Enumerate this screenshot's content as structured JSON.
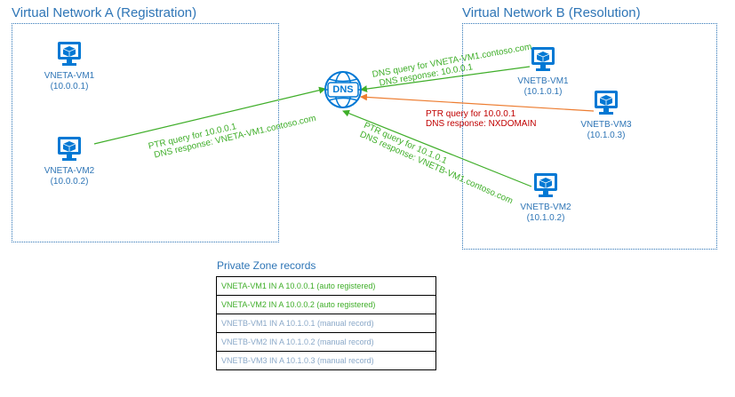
{
  "networks": {
    "a": {
      "title": "Virtual Network A (Registration)"
    },
    "b": {
      "title": "Virtual Network B (Resolution)"
    }
  },
  "vms": [
    {
      "name": "VNETA-VM1",
      "ip": "(10.0.0.1)"
    },
    {
      "name": "VNETA-VM2",
      "ip": "(10.0.0.2)"
    },
    {
      "name": "VNETB-VM1",
      "ip": "(10.1.0.1)"
    },
    {
      "name": "VNETB-VM3",
      "ip": "(10.1.0.3)"
    },
    {
      "name": "VNETB-VM2",
      "ip": "(10.1.0.2)"
    }
  ],
  "dns": {
    "label": "DNS"
  },
  "flows": {
    "vma2": {
      "query": "PTR query for 10.0.0.1",
      "response": "DNS response: VNETA-VM1.contoso.com"
    },
    "vmb1": {
      "query": "DNS query for VNETA-VM1.contoso.com",
      "response": "DNS response: 10.0.0.1"
    },
    "vmb3": {
      "query": "PTR query for 10.0.0.1",
      "response": "DNS response: NXDOMAIN"
    },
    "vmb2": {
      "query": "PTR query for 10.1.0.1",
      "response": "DNS response: VNETB-VM1.contoso.com"
    }
  },
  "records": {
    "title": "Private Zone records",
    "rows": [
      {
        "text": "VNETA-VM1 IN A 10.0.0.1 (auto registered)",
        "color": "#3fae29"
      },
      {
        "text": "VNETA-VM2 IN A 10.0.0.2 (auto registered)",
        "color": "#3fae29"
      },
      {
        "text": "VNETB-VM1 IN A 10.1.0.1 (manual record)",
        "color": "#8aa8c8"
      },
      {
        "text": "VNETB-VM2 IN A 10.1.0.2 (manual record)",
        "color": "#8aa8c8"
      },
      {
        "text": "VNETB-VM3 IN A 10.1.0.3 (manual record)",
        "color": "#8aa8c8"
      }
    ]
  },
  "colors": {
    "network_blue": "#2e75b6",
    "green": "#3fae29",
    "red": "#c00000",
    "orange_arrow": "#ed7d31",
    "vm_icon": "#0078d4"
  }
}
